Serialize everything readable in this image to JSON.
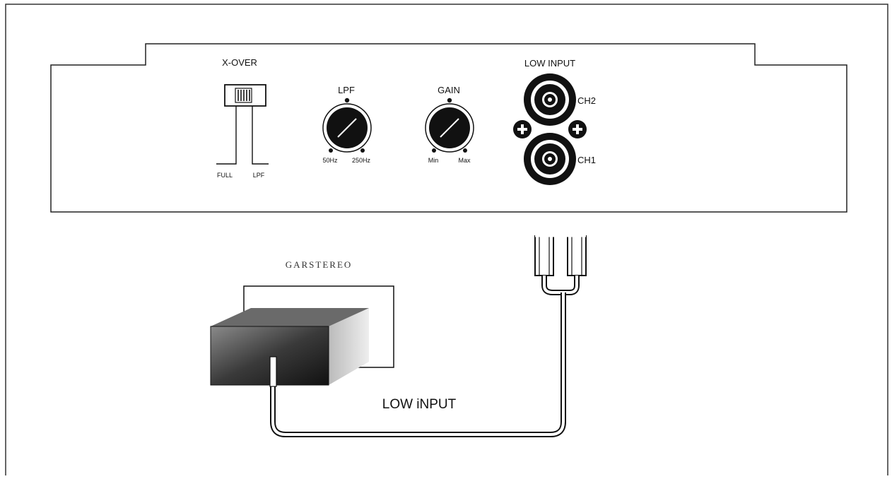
{
  "xover": {
    "title": "X-OVER",
    "option_left": "FULL",
    "option_right": "LPF"
  },
  "lpf_knob": {
    "title": "LPF",
    "min_label": "50Hz",
    "max_label": "250Hz"
  },
  "gain_knob": {
    "title": "GAIN",
    "min_label": "Min",
    "max_label": "Max"
  },
  "low_input_panel": {
    "title": "LOW INPUT",
    "ch_top": "CH2",
    "ch_bottom": "CH1"
  },
  "stereo": {
    "label": "GARSTEREO"
  },
  "cable": {
    "label": "LOW iNPUT"
  },
  "colors": {
    "line": "#111111",
    "frame": "#333333",
    "background": "#ffffff"
  }
}
